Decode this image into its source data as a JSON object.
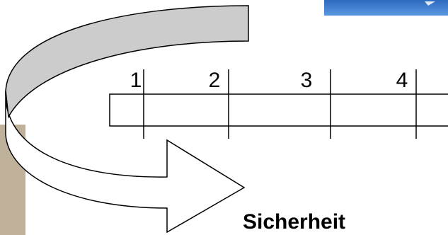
{
  "colors": {
    "background": "#ffffff",
    "band_top_fill": "#cccccc",
    "band_stroke": "#000000",
    "corner_top_right": "#3a78c8",
    "left_strip": "#bfb19a",
    "arrow_fill": "#ffffff"
  },
  "timeline": {
    "segments": [
      "1",
      "2",
      "3",
      "4"
    ]
  },
  "caption": "Sicherheit"
}
